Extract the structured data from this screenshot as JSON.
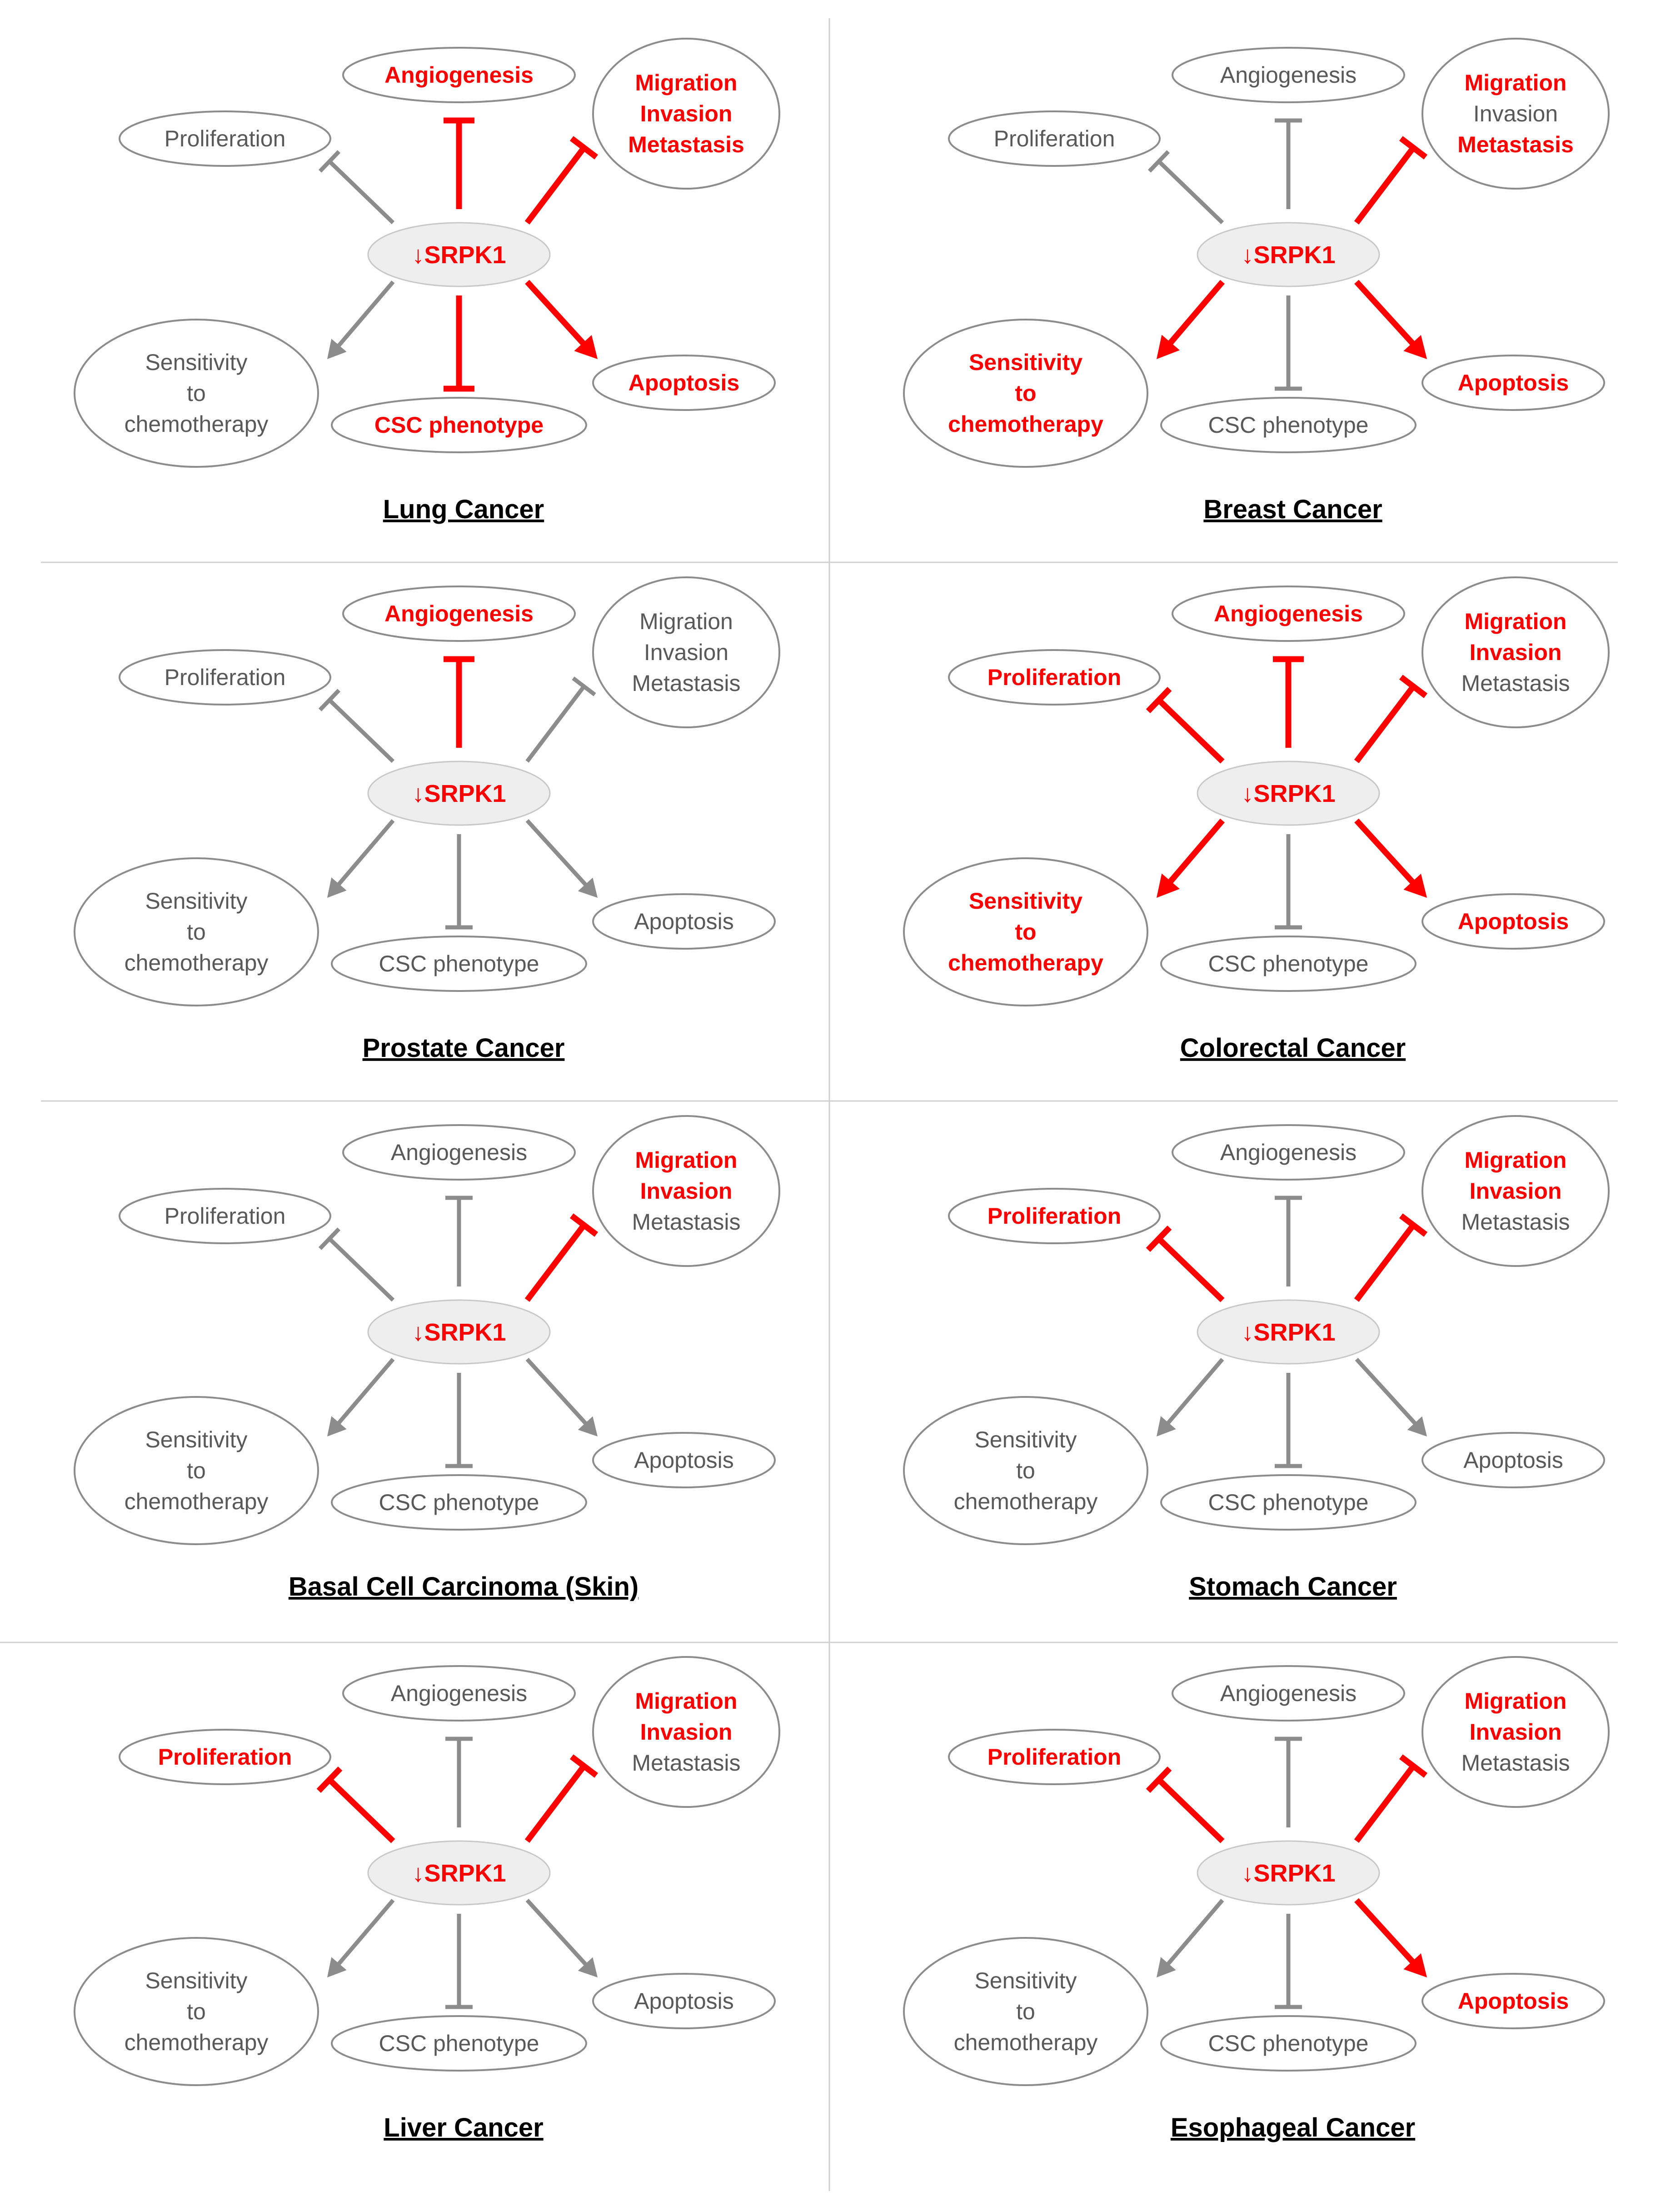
{
  "center_label": "↓SRPK1",
  "colors": {
    "active": "#ff0000",
    "inactive": "#8c8c8c"
  },
  "labels": {
    "angiogenesis": [
      "Angiogenesis"
    ],
    "proliferation": [
      "Proliferation"
    ],
    "migration": [
      "Migration",
      "Invasion",
      "Metastasis"
    ],
    "sensitivity": [
      "Sensitivity",
      "to",
      "chemotherapy"
    ],
    "csc": [
      "CSC phenotype"
    ],
    "apoptosis": [
      "Apoptosis"
    ]
  },
  "panels": [
    {
      "title": "Lung Cancer",
      "effects": {
        "angiogenesis": {
          "red": [
            true
          ]
        },
        "proliferation": {
          "red": [
            false
          ]
        },
        "migration": {
          "red": [
            true,
            true,
            true
          ]
        },
        "sensitivity": {
          "red": [
            false,
            false,
            false
          ]
        },
        "csc": {
          "red": [
            true
          ]
        },
        "apoptosis": {
          "red": [
            true
          ]
        }
      }
    },
    {
      "title": "Breast Cancer",
      "effects": {
        "angiogenesis": {
          "red": [
            false
          ]
        },
        "proliferation": {
          "red": [
            false
          ]
        },
        "migration": {
          "red": [
            true,
            false,
            true
          ]
        },
        "sensitivity": {
          "red": [
            true,
            true,
            true
          ]
        },
        "csc": {
          "red": [
            false
          ]
        },
        "apoptosis": {
          "red": [
            true
          ]
        }
      }
    },
    {
      "title": "Prostate Cancer",
      "effects": {
        "angiogenesis": {
          "red": [
            true
          ]
        },
        "proliferation": {
          "red": [
            false
          ]
        },
        "migration": {
          "red": [
            false,
            false,
            false
          ]
        },
        "sensitivity": {
          "red": [
            false,
            false,
            false
          ]
        },
        "csc": {
          "red": [
            false
          ]
        },
        "apoptosis": {
          "red": [
            false
          ]
        }
      }
    },
    {
      "title": "Colorectal Cancer",
      "effects": {
        "angiogenesis": {
          "red": [
            true
          ]
        },
        "proliferation": {
          "red": [
            true
          ]
        },
        "migration": {
          "red": [
            true,
            true,
            false
          ]
        },
        "sensitivity": {
          "red": [
            true,
            true,
            true
          ]
        },
        "csc": {
          "red": [
            false
          ]
        },
        "apoptosis": {
          "red": [
            true
          ]
        }
      }
    },
    {
      "title": "Basal Cell Carcinoma (Skin)",
      "effects": {
        "angiogenesis": {
          "red": [
            false
          ]
        },
        "proliferation": {
          "red": [
            false
          ]
        },
        "migration": {
          "red": [
            true,
            true,
            false
          ]
        },
        "sensitivity": {
          "red": [
            false,
            false,
            false
          ]
        },
        "csc": {
          "red": [
            false
          ]
        },
        "apoptosis": {
          "red": [
            false
          ]
        }
      }
    },
    {
      "title": "Stomach Cancer",
      "effects": {
        "angiogenesis": {
          "red": [
            false
          ]
        },
        "proliferation": {
          "red": [
            true
          ]
        },
        "migration": {
          "red": [
            true,
            true,
            false
          ]
        },
        "sensitivity": {
          "red": [
            false,
            false,
            false
          ]
        },
        "csc": {
          "red": [
            false
          ]
        },
        "apoptosis": {
          "red": [
            false
          ]
        }
      }
    },
    {
      "title": "Liver Cancer",
      "effects": {
        "angiogenesis": {
          "red": [
            false
          ]
        },
        "proliferation": {
          "red": [
            true
          ]
        },
        "migration": {
          "red": [
            true,
            true,
            false
          ]
        },
        "sensitivity": {
          "red": [
            false,
            false,
            false
          ]
        },
        "csc": {
          "red": [
            false
          ]
        },
        "apoptosis": {
          "red": [
            false
          ]
        }
      }
    },
    {
      "title": "Esophageal Cancer",
      "effects": {
        "angiogenesis": {
          "red": [
            false
          ]
        },
        "proliferation": {
          "red": [
            true
          ]
        },
        "migration": {
          "red": [
            true,
            true,
            false
          ]
        },
        "sensitivity": {
          "red": [
            false,
            false,
            false
          ]
        },
        "csc": {
          "red": [
            false
          ]
        },
        "apoptosis": {
          "red": [
            true
          ]
        }
      }
    }
  ]
}
